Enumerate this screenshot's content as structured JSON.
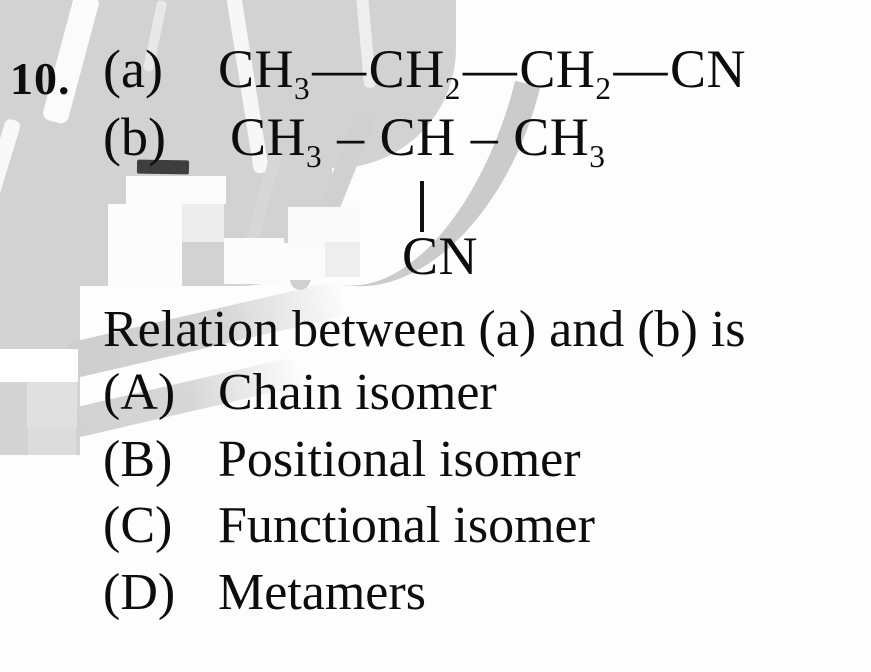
{
  "page": {
    "background_color": "#fdfdfd",
    "text_color": "#0d0d0d",
    "watermark_gray": "#d2d2d2",
    "redaction_white": "#fbfbfb",
    "smudge_color": "#3e3e3e"
  },
  "question": {
    "number": "10.",
    "parts": [
      {
        "label": "(a)",
        "formula": {
          "g1": "CH",
          "s1": "3",
          "d1": "—",
          "g2": "CH",
          "s2": "2",
          "d2": "—",
          "g3": "CH",
          "s3": "2",
          "d3": "—",
          "g4": "CN"
        }
      },
      {
        "label": "(b)",
        "formula": {
          "g1": "CH",
          "s1": "3",
          "d1": "–",
          "g2": "CH",
          "d2": "–",
          "g3": "CH",
          "s3": "3"
        },
        "branch": {
          "bond": "|",
          "group": "CN"
        }
      }
    ],
    "prompt": "Relation between (a) and (b) is",
    "options": [
      {
        "label": "(A)",
        "text": "Chain isomer"
      },
      {
        "label": "(B)",
        "text": "Positional isomer"
      },
      {
        "label": "(C)",
        "text": "Functional isomer"
      },
      {
        "label": "(D)",
        "text": "Metamers"
      }
    ]
  }
}
